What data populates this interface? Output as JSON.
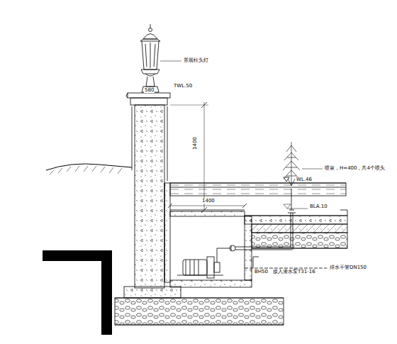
{
  "diagram": {
    "labels": [
      "景观柱头灯",
      "580",
      "TWL.50",
      "1400",
      "1400",
      "WL.46",
      "喷泉，H=400，共4个喷头",
      "BLA.10",
      "BH50",
      "接入潜水泵T31-16",
      "排水干管DN150"
    ]
  }
}
